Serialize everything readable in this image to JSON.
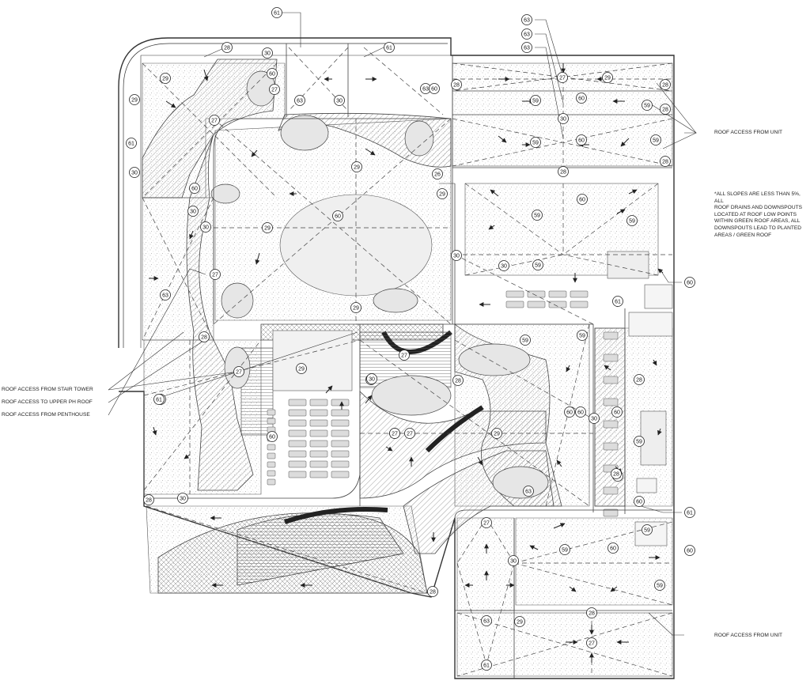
{
  "plan": {
    "note": "*ALL SLOPES ARE LESS THAN 5%, ALL\nROOF DRAINS AND DOWNSPOUTS\nLOCATED AT ROOF LOW POINTS\nWITHIN GREEN ROOF AREAS, ALL\nDOWNSPOUTS LEAD TO PLANTED\nAREAS / GREEN ROOF",
    "callouts": {
      "roof_access_unit_top": "ROOF ACCESS FROM UNIT",
      "roof_access_stair": "ROOF ACCESS FROM STAIR TOWER",
      "roof_access_upper_ph": "ROOF ACCESS TO UPPER PH ROOF",
      "roof_access_penthouse": "ROOF ACCESS FROM PENTHOUSE",
      "roof_access_unit_bottom": "ROOF ACCESS FROM UNIT"
    },
    "tags": [
      "61",
      "30",
      "61",
      "29",
      "60",
      "27",
      "63",
      "30",
      "29",
      "28",
      "27",
      "30",
      "61",
      "30",
      "60",
      "30",
      "28",
      "29",
      "29",
      "60",
      "29",
      "63",
      "26",
      "29",
      "63",
      "60",
      "28",
      "27",
      "61",
      "30",
      "28",
      "27",
      "30",
      "29",
      "28",
      "60",
      "27",
      "61",
      "60",
      "29",
      "28",
      "27",
      "30",
      "27",
      "60",
      "30",
      "63",
      "28",
      "63",
      "63",
      "63",
      "27",
      "29",
      "28",
      "28",
      "60",
      "59",
      "59",
      "28",
      "30",
      "60",
      "59",
      "59",
      "28",
      "30",
      "60",
      "59",
      "59",
      "30",
      "59",
      "60",
      "61",
      "59",
      "28",
      "59",
      "60",
      "59",
      "28",
      "60",
      "61",
      "59",
      "60",
      "60",
      "59",
      "60",
      "30",
      "28",
      "29",
      "59",
      "27",
      "63",
      "27"
    ]
  }
}
